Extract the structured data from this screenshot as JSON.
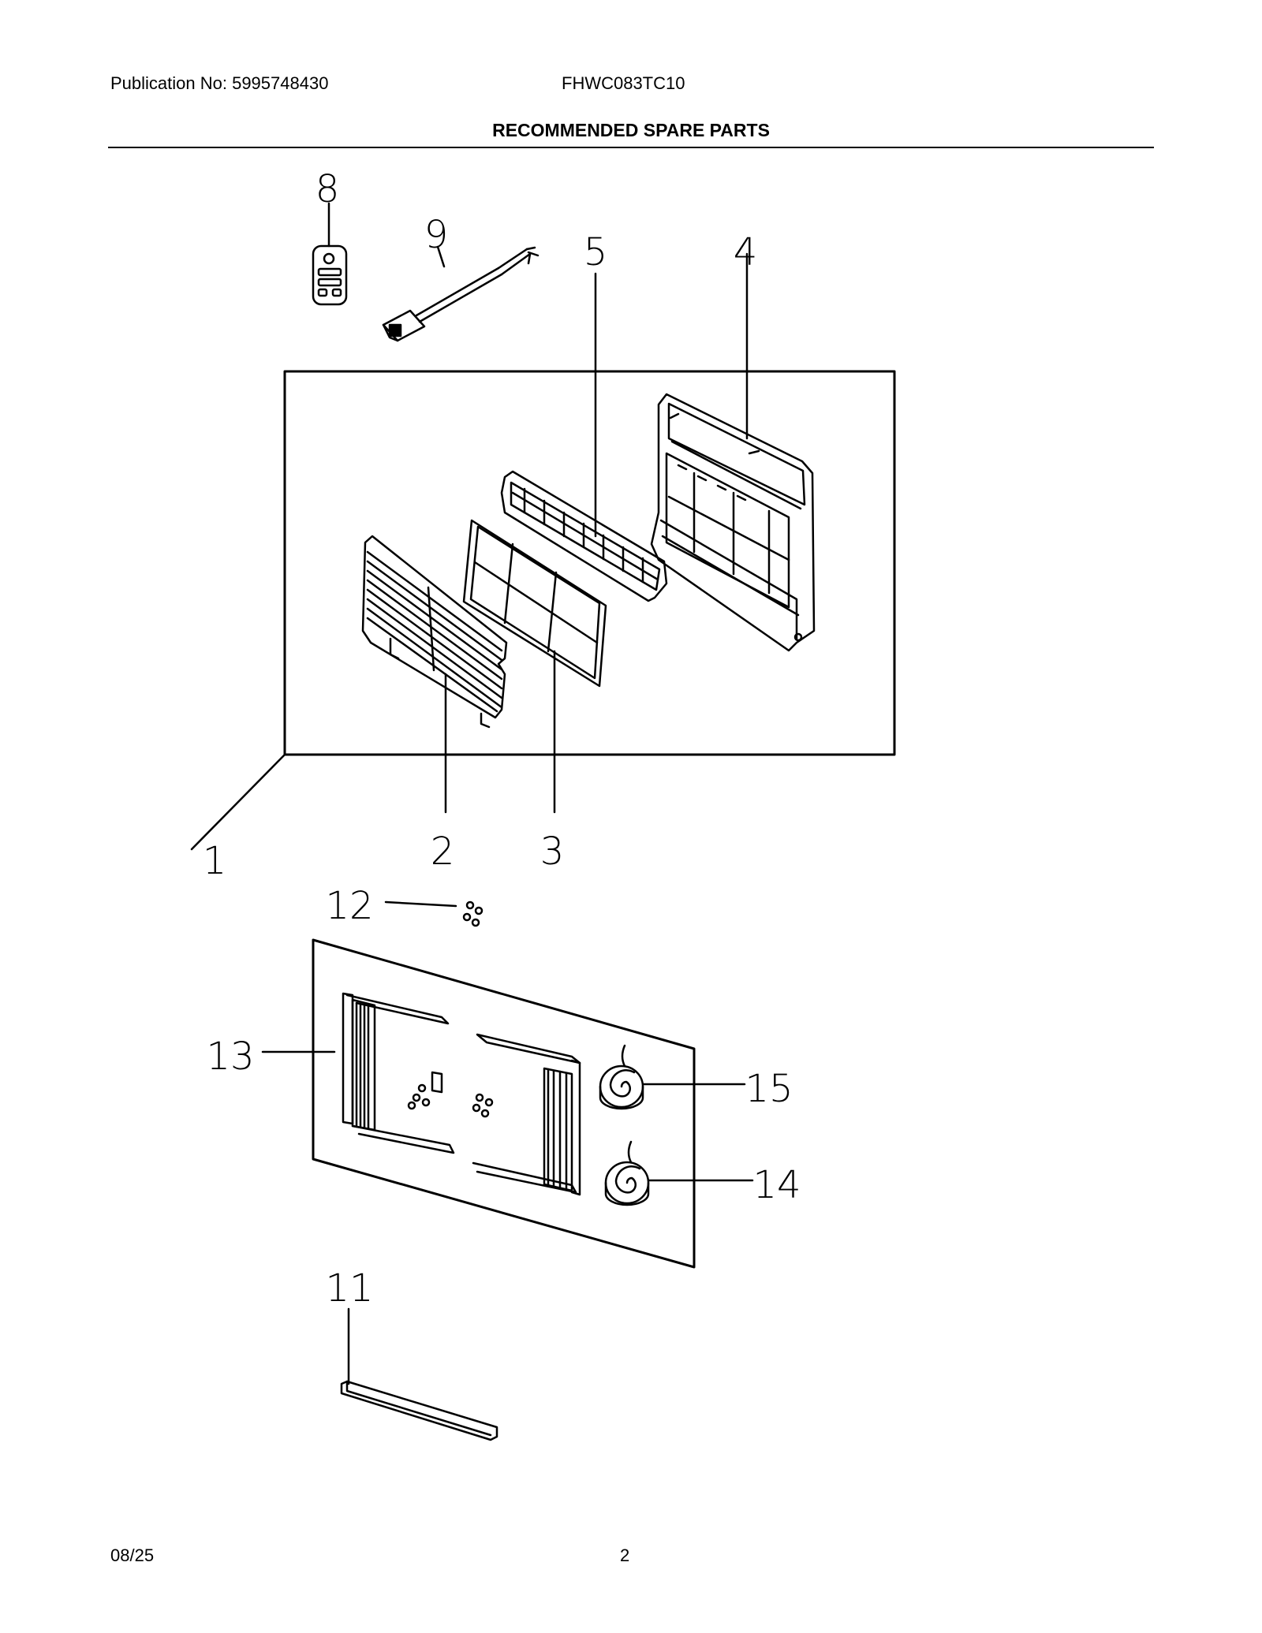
{
  "header": {
    "publication": "Publication No: 5995748430",
    "model": "FHWC083TC10",
    "title": "RECOMMENDED SPARE PARTS"
  },
  "callouts": [
    {
      "id": "1",
      "part": "front-panel-assembly"
    },
    {
      "id": "2",
      "part": "grille"
    },
    {
      "id": "3",
      "part": "air-filter"
    },
    {
      "id": "4",
      "part": "front-frame"
    },
    {
      "id": "5",
      "part": "louver"
    },
    {
      "id": "8",
      "part": "remote-control"
    },
    {
      "id": "9",
      "part": "power-cord"
    },
    {
      "id": "11",
      "part": "sill-strip"
    },
    {
      "id": "12",
      "part": "screws"
    },
    {
      "id": "13",
      "part": "window-kit"
    },
    {
      "id": "14",
      "part": "foam-seal-roll"
    },
    {
      "id": "15",
      "part": "foam-seal-roll"
    }
  ],
  "footer": {
    "date": "08/25",
    "page": "2"
  }
}
